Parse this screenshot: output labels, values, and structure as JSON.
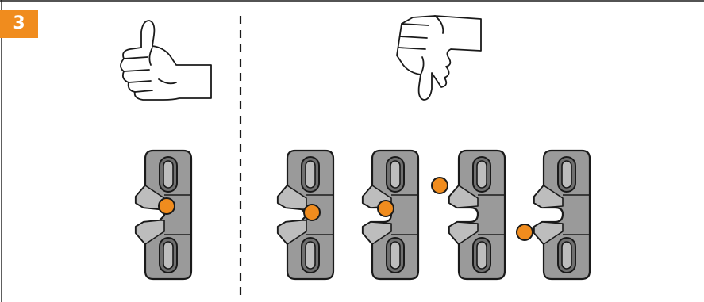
{
  "step": {
    "number": "3",
    "badge_color": "#f08c1e"
  },
  "colors": {
    "part_fill": "#9a9a9a",
    "part_dark": "#6f6f6f",
    "part_light": "#bdbdbd",
    "slot_fill": "#ffffff",
    "ball_fill": "#f08c1e",
    "ball_stroke": "#1a1a1a",
    "outline": "#1a1a1a"
  },
  "panels": {
    "correct": {
      "icon": "thumbs-up-icon",
      "meaning": "correct"
    },
    "incorrect": {
      "icon": "thumbs-down-icon",
      "meaning": "incorrect"
    }
  },
  "examples": [
    {
      "group": "correct",
      "ball_position": "center-of-gap",
      "gap": "narrow"
    },
    {
      "group": "incorrect",
      "ball_position": "lower-gap",
      "gap": "narrow"
    },
    {
      "group": "incorrect",
      "ball_position": "lower-gap",
      "gap": "wide"
    },
    {
      "group": "incorrect",
      "ball_position": "outside-top-left",
      "gap": "wide"
    },
    {
      "group": "incorrect",
      "ball_position": "outside-bottom-left",
      "gap": "wide"
    }
  ]
}
